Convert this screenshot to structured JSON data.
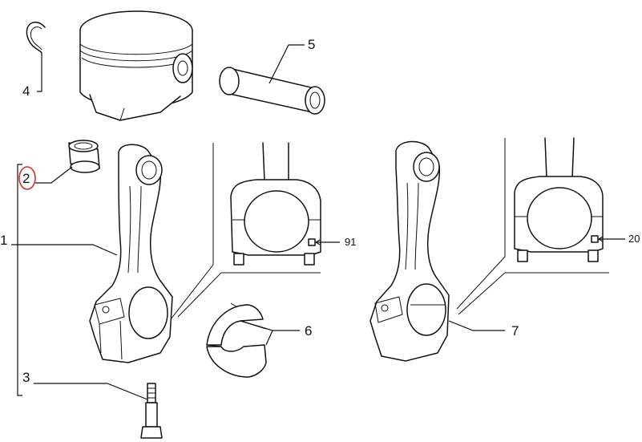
{
  "callouts": {
    "c1": "1",
    "c2": "2",
    "c3": "3",
    "c4": "4",
    "c5": "5",
    "c6": "6",
    "c7": "7",
    "c91": "91",
    "c20": "20"
  },
  "highlighted_callout": "2",
  "colors": {
    "line": "#111111",
    "highlight": "#d0312d",
    "background": "#ffffff"
  }
}
